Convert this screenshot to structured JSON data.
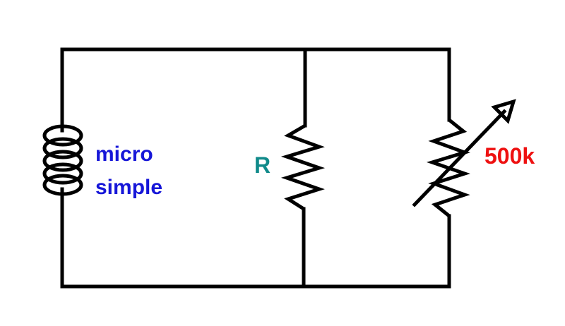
{
  "diagram": {
    "type": "circuit-schematic",
    "labels": {
      "inductor_line1": "micro",
      "inductor_line2": "simple",
      "resistor": "R",
      "variable_resistor": "500k"
    },
    "colors": {
      "wire": "#000000",
      "inductor_label": "#1616d8",
      "resistor_label": "#108a8a",
      "variable_resistor_label": "#ee1111",
      "background": "#ffffff"
    }
  }
}
